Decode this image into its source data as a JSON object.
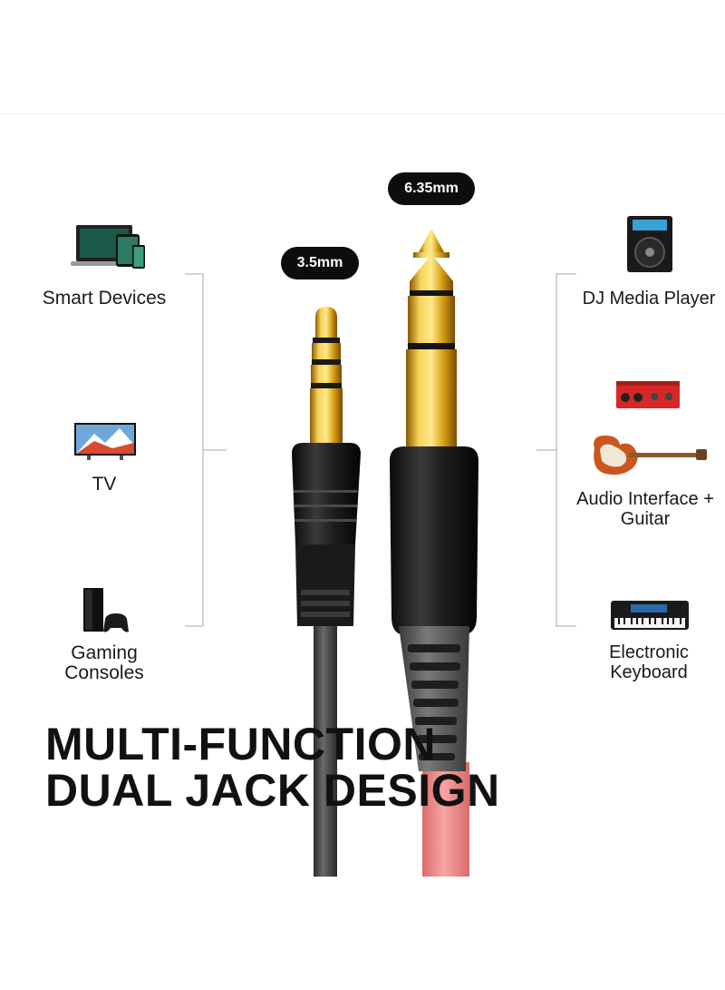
{
  "jack_labels": {
    "small": "3.5mm",
    "large": "6.35mm"
  },
  "left_devices": [
    {
      "label": "Smart Devices",
      "icon": "laptop-tablet-phone-icon"
    },
    {
      "label": "TV",
      "icon": "tv-icon"
    },
    {
      "label_line1": "Gaming",
      "label_line2": "Consoles",
      "icon": "game-console-icon"
    }
  ],
  "right_devices": [
    {
      "label": "DJ Media Player",
      "icon": "dj-player-icon"
    },
    {
      "label_line1": "Audio Interface +",
      "label_line2": "Guitar",
      "icon": "audio-interface-guitar-icon"
    },
    {
      "label_line1": "Electronic",
      "label_line2": "Keyboard",
      "icon": "keyboard-icon"
    }
  ],
  "headline": {
    "line1": "MULTI-FUNCTION",
    "line2": "DUAL JACK DESIGN"
  },
  "colors": {
    "gold": "#d9a21a",
    "plug_black": "#1c1c1c",
    "cable_grey": "#3e3e3e",
    "cable_pink": "#f08a8a",
    "bracket_grey": "#bdbdbd"
  }
}
